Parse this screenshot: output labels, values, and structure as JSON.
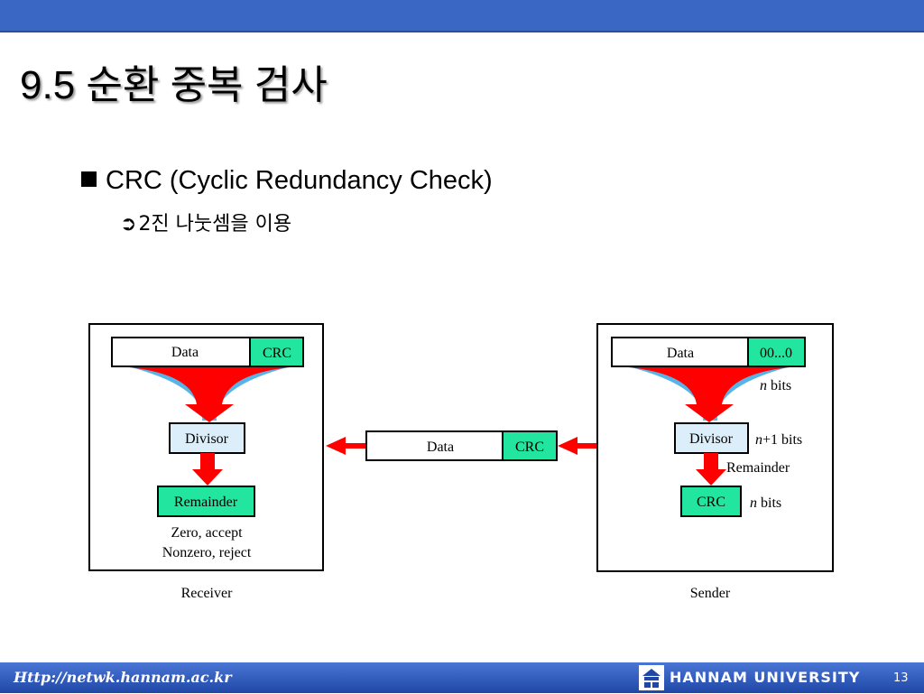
{
  "slide": {
    "title": "9.5 순환 중복 검사",
    "bullet1": "CRC (Cyclic Redundancy Check)",
    "bullet2": "2진 나눗셈을 이용",
    "bullet2_marker": "➲",
    "bullet1_marker": "■"
  },
  "diagram": {
    "receiver": {
      "data": "Data",
      "crc": "CRC",
      "divisor": "Divisor",
      "remainder": "Remainder",
      "result_zero": "Zero, accept",
      "result_nonzero": "Nonzero, reject",
      "label": "Receiver"
    },
    "channel": {
      "data": "Data",
      "crc": "CRC"
    },
    "sender": {
      "data": "Data",
      "zeros": "00...0",
      "n_bits_1_italic": "n",
      "n_bits_1_rest": " bits",
      "divisor": "Divisor",
      "n1_bits_italic": "n",
      "n1_bits_rest": "+1 bits",
      "remainder": "Remainder",
      "crc": "CRC",
      "n_bits_2_italic": "n",
      "n_bits_2_rest": " bits",
      "label": "Sender"
    },
    "colors": {
      "crc_fill": "#22e6a0",
      "divisor_fill": "#dbeef9",
      "arrow_red": "#ff0000",
      "funnel_blue": "#58b4e6"
    }
  },
  "footer": {
    "url": "Http://netwk.hannam.ac.kr",
    "university": "HANNAM UNIVERSITY",
    "page": "13"
  }
}
